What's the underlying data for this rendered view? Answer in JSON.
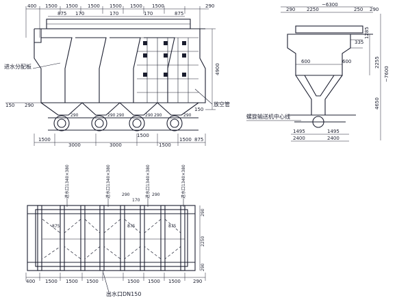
{
  "front_view": {
    "top_dims": [
      "400",
      "1500",
      "1500",
      "1500",
      "1500",
      "1500",
      "1500",
      "290"
    ],
    "second_dims": [
      "875",
      "170",
      "170",
      "170",
      "875"
    ],
    "height_dim": "4900",
    "labels": {
      "inlet_distributor": "进水分配板",
      "vent_pipe": "放空管"
    },
    "left_dims": [
      "150",
      "290"
    ],
    "right_dim": "150",
    "bottom_dims_1": [
      "1500",
      "3000",
      "3000",
      "1500",
      "875"
    ],
    "bottom_dims_2": [
      "1500",
      "1500"
    ],
    "outlet_dims": [
      "290",
      "290",
      "290",
      "290",
      "290",
      "290"
    ]
  },
  "side_view": {
    "width_total": "~6300",
    "top_dims": [
      "290",
      "2250",
      "250",
      "290"
    ],
    "right_dims": [
      "1285",
      "2255",
      "335",
      "~7600",
      "4650"
    ],
    "mid_dims": [
      "600",
      "600"
    ],
    "label_centerline": "螺旋输送机中心线",
    "bottom_dims": [
      "1495",
      "1495",
      "2400",
      "2400"
    ]
  },
  "plan_view": {
    "inlet_labels": [
      "进水口1340×380",
      "进水口1340×380",
      "进水口1340×380",
      "进水口1340×380"
    ],
    "top_dims": [
      "290",
      "170",
      "290"
    ],
    "inner_dims": [
      "875",
      "875",
      "875"
    ],
    "right_dims": [
      "290",
      "2250",
      "290"
    ],
    "bottom_dims": [
      "400",
      "1500",
      "1500",
      "1500",
      "1500",
      "1500",
      "1500",
      "290"
    ],
    "outlet_label": "出水口DN150"
  }
}
